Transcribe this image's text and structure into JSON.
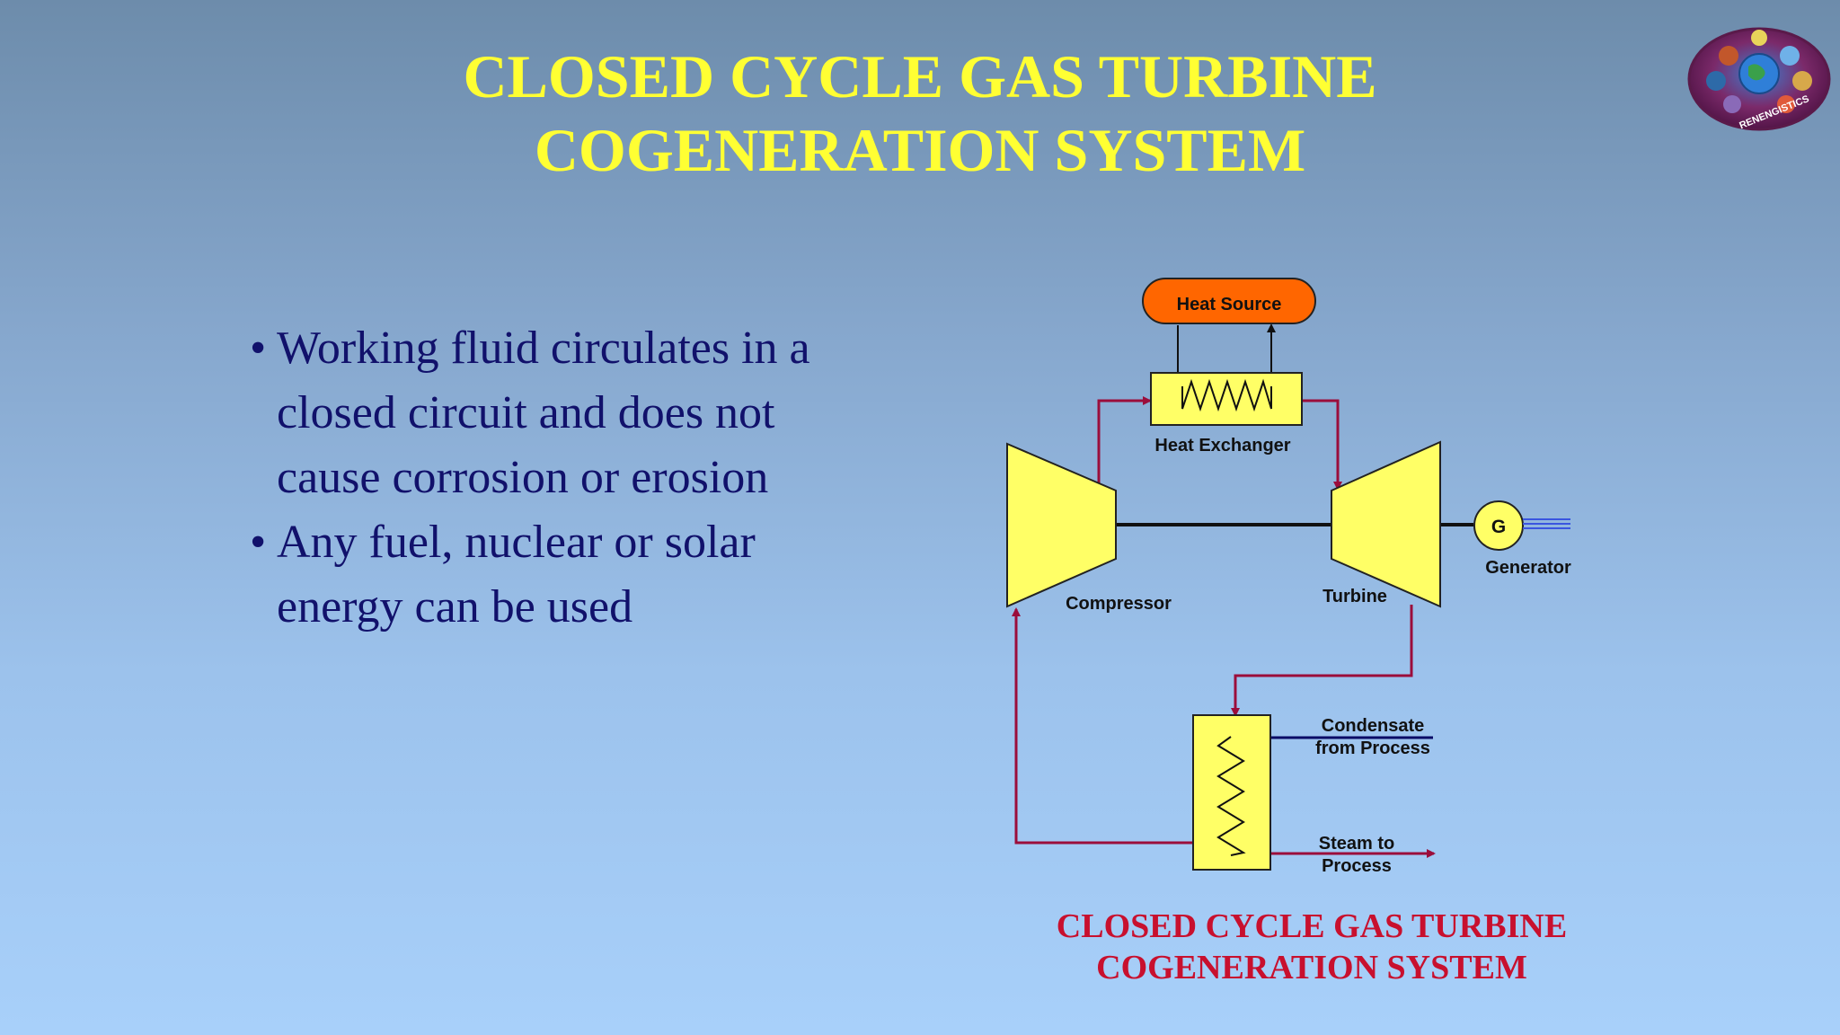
{
  "slide": {
    "title_line1": "CLOSED CYCLE GAS TURBINE",
    "title_line2": "COGENERATION SYSTEM",
    "logo_text": "RENENGISTICS",
    "bullets": [
      {
        "lines": [
          "Working fluid circulates in a",
          "closed circuit and does not",
          "cause corrosion or erosion"
        ]
      },
      {
        "lines": [
          "Any fuel, nuclear or solar",
          "energy can be used"
        ]
      }
    ]
  },
  "diagram": {
    "heat_source": "Heat Source",
    "heat_exchanger": "Heat Exchanger",
    "compressor": "Compressor",
    "turbine": "Turbine",
    "generator_symbol": "G",
    "generator": "Generator",
    "condensate_line1": "Condensate",
    "condensate_line2": "from Process",
    "steam_line1": "Steam to",
    "steam_line2": "Process",
    "caption_line1": "CLOSED CYCLE GAS TURBINE",
    "caption_line2": "COGENERATION SYSTEM"
  },
  "colors": {
    "title": "#ffff33",
    "bullet_text": "#11116b",
    "component_fill": "#ffff66",
    "heat_source_fill": "#ff6600",
    "flow_line": "#9b0d3b",
    "caption": "#c8102e"
  }
}
